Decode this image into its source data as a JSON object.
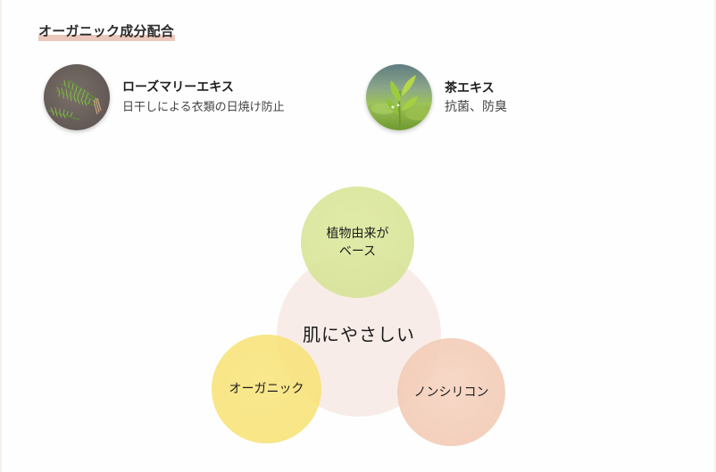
{
  "section": {
    "title": "オーガニック成分配合",
    "underline_color": "#ebc8bc"
  },
  "ingredients": [
    {
      "name": "ローズマリーエキス",
      "description": "日干しによる衣類の日焼け防止",
      "image": "rosemary-photo"
    },
    {
      "name": "茶エキス",
      "description": "抗菌、防臭",
      "image": "tea-leaf-photo"
    }
  ],
  "diagram": {
    "center": {
      "label": "肌にやさしい",
      "color": "#f7e9e4"
    },
    "features": [
      {
        "label": "植物由来が\nベース",
        "color": "#dde8a0"
      },
      {
        "label": "オーガニック",
        "color": "#f8e47f"
      },
      {
        "label": "ノンシリコン",
        "color": "#f3cdb8"
      }
    ]
  }
}
